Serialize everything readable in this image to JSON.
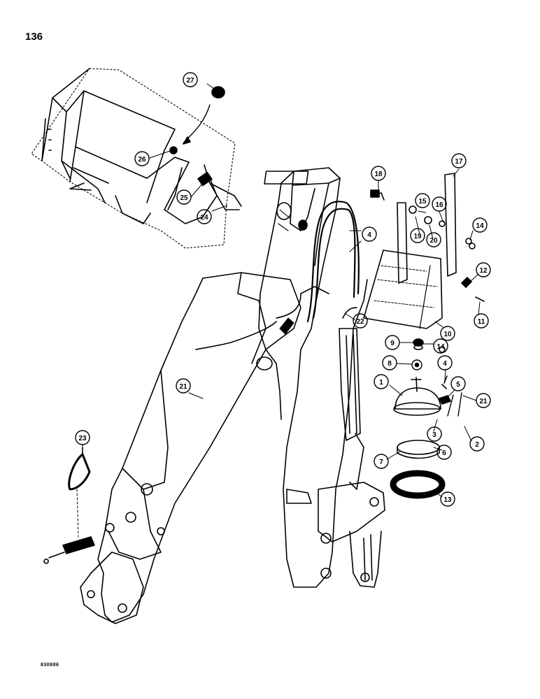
{
  "page": {
    "number": "136",
    "figure_code": "830886"
  },
  "callouts": [
    {
      "id": "1",
      "label": "1"
    },
    {
      "id": "2",
      "label": "2"
    },
    {
      "id": "3",
      "label": "3"
    },
    {
      "id": "4a",
      "label": "4"
    },
    {
      "id": "4b",
      "label": "4"
    },
    {
      "id": "5",
      "label": "5"
    },
    {
      "id": "6",
      "label": "6"
    },
    {
      "id": "7",
      "label": "7"
    },
    {
      "id": "8",
      "label": "8"
    },
    {
      "id": "9",
      "label": "9"
    },
    {
      "id": "10",
      "label": "10"
    },
    {
      "id": "11",
      "label": "11"
    },
    {
      "id": "12",
      "label": "12"
    },
    {
      "id": "13",
      "label": "13"
    },
    {
      "id": "14a",
      "label": "14"
    },
    {
      "id": "14b",
      "label": "14"
    },
    {
      "id": "15",
      "label": "15"
    },
    {
      "id": "16",
      "label": "16"
    },
    {
      "id": "17",
      "label": "17"
    },
    {
      "id": "18",
      "label": "18"
    },
    {
      "id": "19",
      "label": "19"
    },
    {
      "id": "20",
      "label": "20"
    },
    {
      "id": "21a",
      "label": "21"
    },
    {
      "id": "21b",
      "label": "21"
    },
    {
      "id": "22",
      "label": "22"
    },
    {
      "id": "23",
      "label": "23"
    },
    {
      "id": "24",
      "label": "24"
    },
    {
      "id": "25",
      "label": "25"
    },
    {
      "id": "26",
      "label": "26"
    },
    {
      "id": "27",
      "label": "27"
    }
  ]
}
